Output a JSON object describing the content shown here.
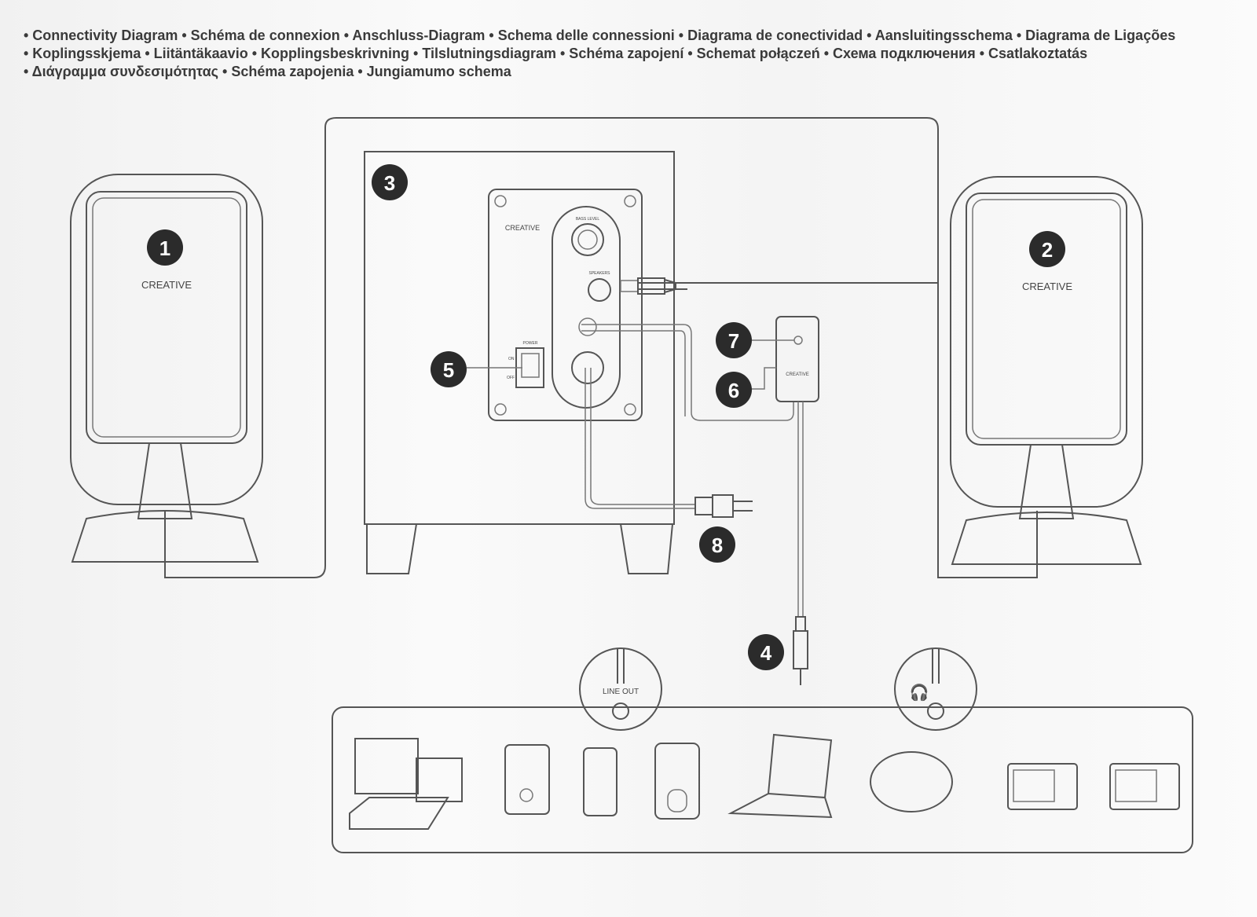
{
  "header": {
    "lines": [
      "• Connectivity Diagram • Schéma de connexion • Anschluss-Diagram • Schema delle connessioni • Diagrama de conectividad • Aansluitingsschema • Diagrama de Ligações",
      "• Koplingsskjema • Liitäntäkaavio • Kopplingsbeskrivning • Tilslutningsdiagram • Schéma zapojení • Schemat połączeń • Схема подключения • Csatlakoztatás",
      "• Διάγραμμα συνδεσιμότητας • Schéma zapojenia • Jungiamumo schema"
    ]
  },
  "diagram": {
    "brand": "CREATIVE",
    "badges": [
      "1",
      "2",
      "3",
      "4",
      "5",
      "6",
      "7",
      "8"
    ],
    "subwoofer_labels": {
      "bass_level": "BASS LEVEL",
      "speakers": "SPEAKERS",
      "power": "POWER",
      "on": "ON",
      "off": "OFF"
    },
    "line_out_label": "LINE OUT"
  }
}
